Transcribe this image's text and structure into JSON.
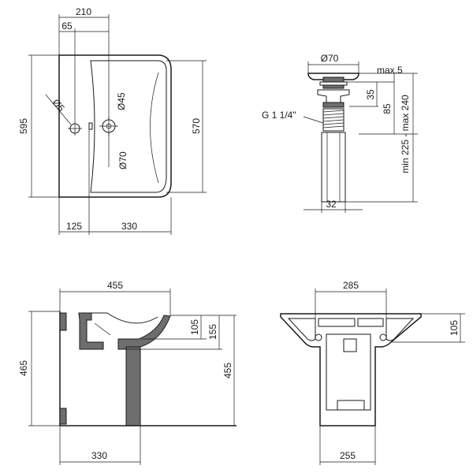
{
  "top_view": {
    "dims": {
      "top_total": "210",
      "top_hole": "65",
      "left_height": "595",
      "right_height": "570",
      "bottom_left": "125",
      "bottom_right": "330"
    },
    "labels": {
      "overflow_hole": "Ø5",
      "tap_hole": "Ø45",
      "drain_hole": "Ø70"
    }
  },
  "drain_view": {
    "cap_diameter": "Ø70",
    "max_stroke": "max.5",
    "thread": "G 1 1/4\"",
    "dim_35": "35",
    "dim_85": "85",
    "range": "min 225 - max 240",
    "pipe_width": "32"
  },
  "side_view": {
    "top_width": "455",
    "left_height": "465",
    "dim_105": "105",
    "dim_155": "155",
    "dim_455": "455",
    "bottom_width": "330"
  },
  "front_view": {
    "top_width": "285",
    "dim_105": "105",
    "bottom_width": "255"
  }
}
